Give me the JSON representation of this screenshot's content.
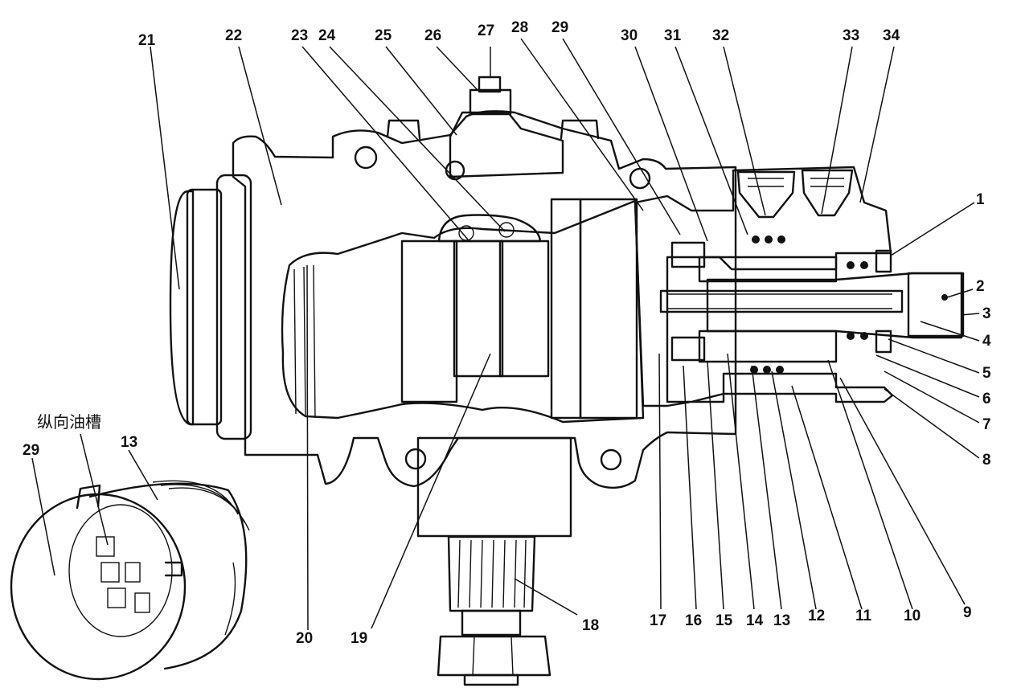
{
  "figure": {
    "callouts": [
      "1",
      "2",
      "3",
      "4",
      "5",
      "6",
      "7",
      "8",
      "9",
      "10",
      "11",
      "12",
      "13",
      "14",
      "15",
      "16",
      "17",
      "18",
      "19",
      "20",
      "21",
      "22",
      "23",
      "24",
      "25",
      "26",
      "27",
      "28",
      "29",
      "30",
      "31",
      "32",
      "33",
      "34"
    ],
    "inset_callouts": [
      "29",
      "13"
    ],
    "inset_annotation": "纵向油槽"
  }
}
